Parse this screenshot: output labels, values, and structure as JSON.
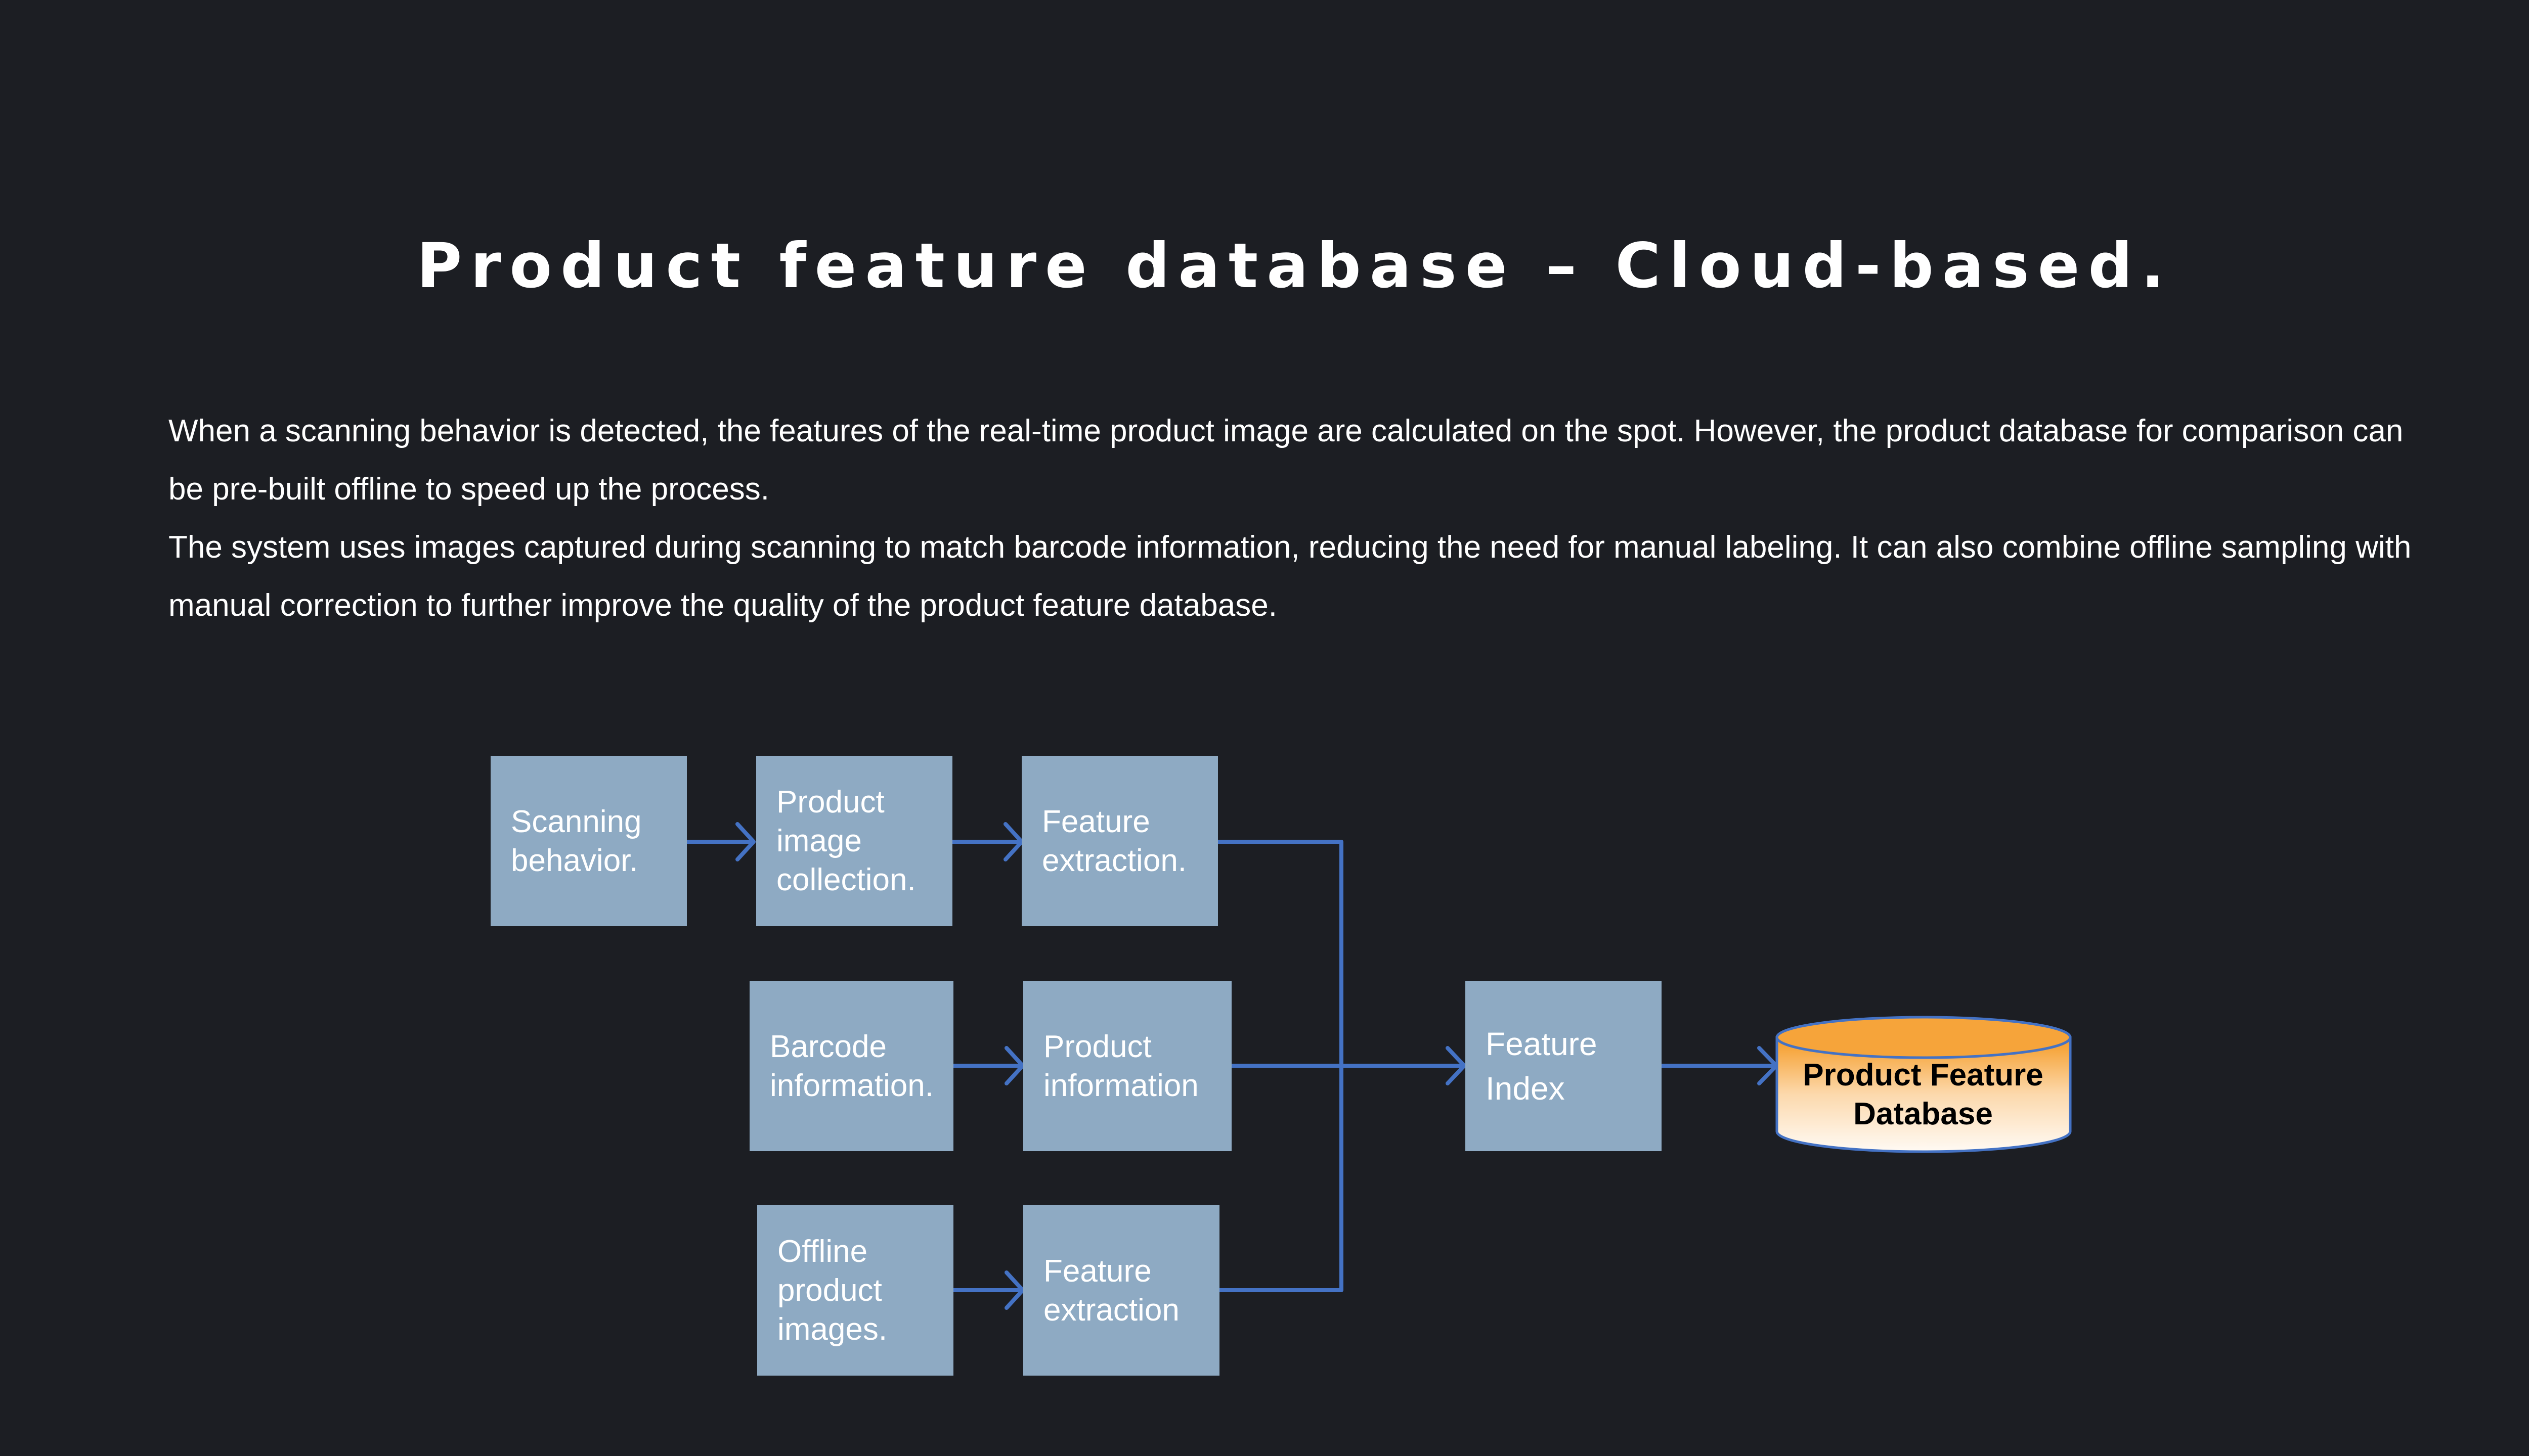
{
  "title": "Product feature database – Cloud-based.",
  "paragraphs": [
    "When a scanning behavior is detected, the features of the real-time product image are calculated on the spot. However, the product database for comparison can be pre-built offline to speed up the process.",
    "The system uses images captured during scanning to match barcode information, reducing the need for manual labeling. It can also combine offline sampling with manual correction to further improve the quality of the product feature database."
  ],
  "diagram": {
    "nodes": {
      "scanning": "Scanning behavior.",
      "image_collection": "Product image collection.",
      "feature_extraction_1": "Feature extraction.",
      "barcode": "Barcode information.",
      "product_info": "Product information",
      "offline_images": "Offline product images.",
      "feature_extraction_2": "Feature extraction",
      "feature_index": "Feature Index",
      "database": "Product Feature Database"
    },
    "edges": [
      [
        "scanning",
        "image_collection"
      ],
      [
        "image_collection",
        "feature_extraction_1"
      ],
      [
        "barcode",
        "product_info"
      ],
      [
        "offline_images",
        "feature_extraction_2"
      ],
      [
        "feature_extraction_1",
        "feature_index"
      ],
      [
        "product_info",
        "feature_index"
      ],
      [
        "feature_extraction_2",
        "feature_index"
      ],
      [
        "feature_index",
        "database"
      ]
    ],
    "colors": {
      "box": "#8eaac3",
      "arrow": "#4472c4",
      "db_top": "#f59a23",
      "db_bottom": "#fffaf4"
    }
  }
}
